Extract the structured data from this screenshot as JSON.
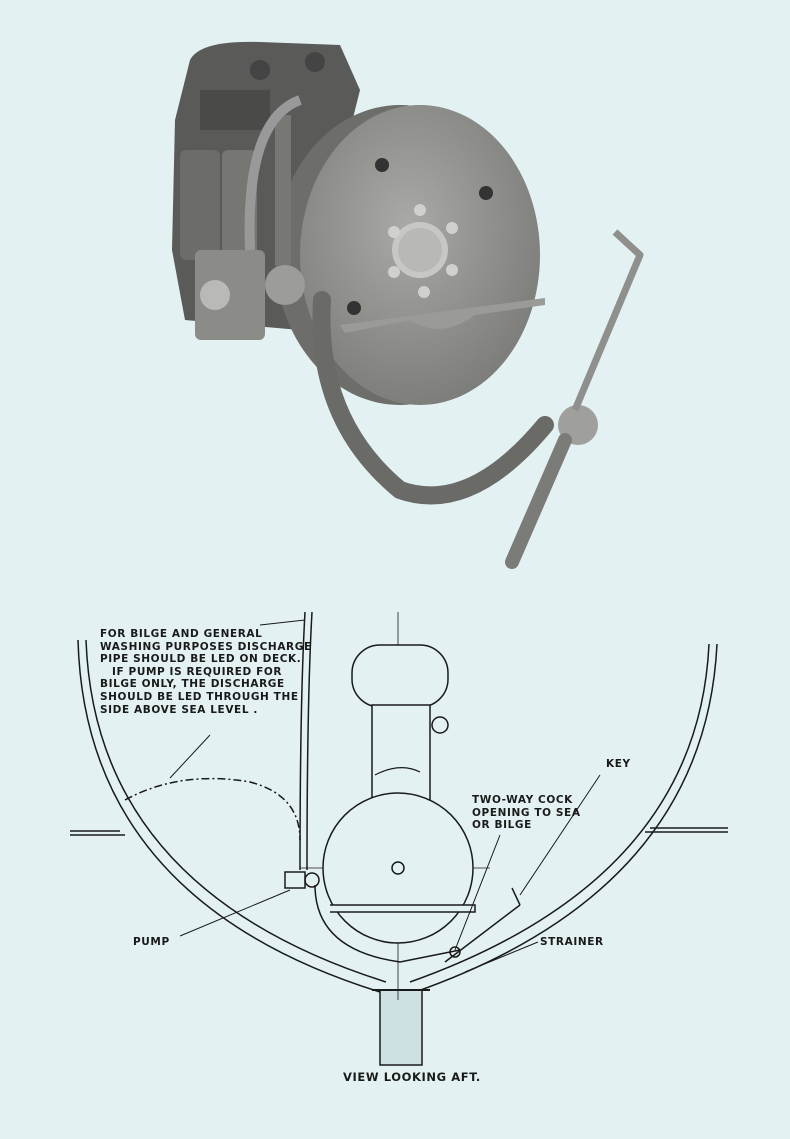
{
  "diagram": {
    "note_lines": [
      "FOR BILGE AND GENERAL",
      "WASHING PURPOSES DISCHARGE",
      "PIPE SHOULD BE LED ON DECK.",
      "IF PUMP IS REQUIRED FOR",
      "BILGE ONLY, THE DISCHARGE",
      "SHOULD BE LED THROUGH THE",
      "SIDE ABOVE SEA LEVEL ."
    ],
    "labels": {
      "key": "KEY",
      "cock_lines": [
        "TWO-WAY COCK",
        "OPENING TO SEA",
        "OR BILGE"
      ],
      "strainer": "STRAINER",
      "pump": "PUMP",
      "caption": "VIEW LOOKING AFT."
    }
  },
  "colors": {
    "paper": "#e3f1f3",
    "ink": "#1a1a1a"
  }
}
